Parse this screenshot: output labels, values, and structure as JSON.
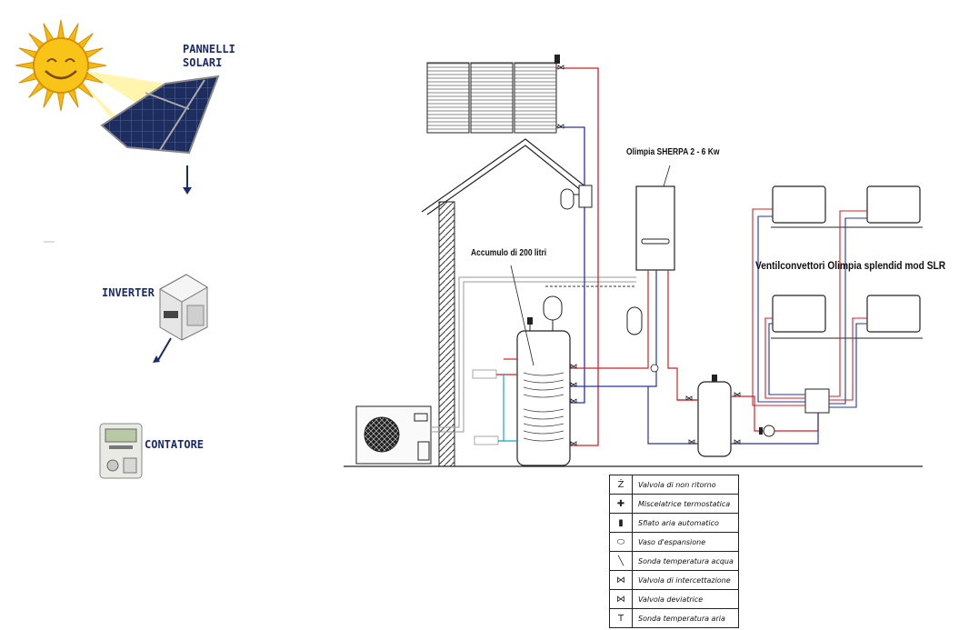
{
  "labels": {
    "solar_panels": "PANNELLI\nSOLARI",
    "inverter": "INVERTER",
    "meter": "CONTATORE",
    "boiler": "Olimpia SHERPA 2 - 6 Kw",
    "tank": "Accumulo di 200 litri",
    "fancoils": "Ventilconvettori Olimpia splendid mod SLR"
  },
  "legend": [
    {
      "icon": "non-return-valve-icon",
      "glyph": "Ż",
      "text": "Valvola di non ritorno"
    },
    {
      "icon": "thermostatic-mixer-icon",
      "glyph": "✚",
      "text": "Miscelatrice termostatica"
    },
    {
      "icon": "air-vent-icon",
      "glyph": "▮",
      "text": "Sfiato aria automatico"
    },
    {
      "icon": "expansion-vessel-icon",
      "glyph": "⬭",
      "text": "Vaso d'espansione"
    },
    {
      "icon": "water-temp-probe-icon",
      "glyph": "╲",
      "text": "Sonda temperatura acqua"
    },
    {
      "icon": "shutoff-valve-icon",
      "glyph": "⋈",
      "text": "Valvola di intercettazione"
    },
    {
      "icon": "diverter-valve-icon",
      "glyph": "⋈",
      "text": "Valvola deviatrice"
    },
    {
      "icon": "air-temp-probe-icon",
      "glyph": "T",
      "text": "Sonda temperatura aria"
    }
  ],
  "colors": {
    "hot_pipe": "#d81f26",
    "cold_pipe": "#2433a8",
    "cyan_pipe": "#16a8c8",
    "label_blue": "#1a2a6e",
    "sun": "#f5b90f",
    "panel": "#1d2d5e"
  }
}
